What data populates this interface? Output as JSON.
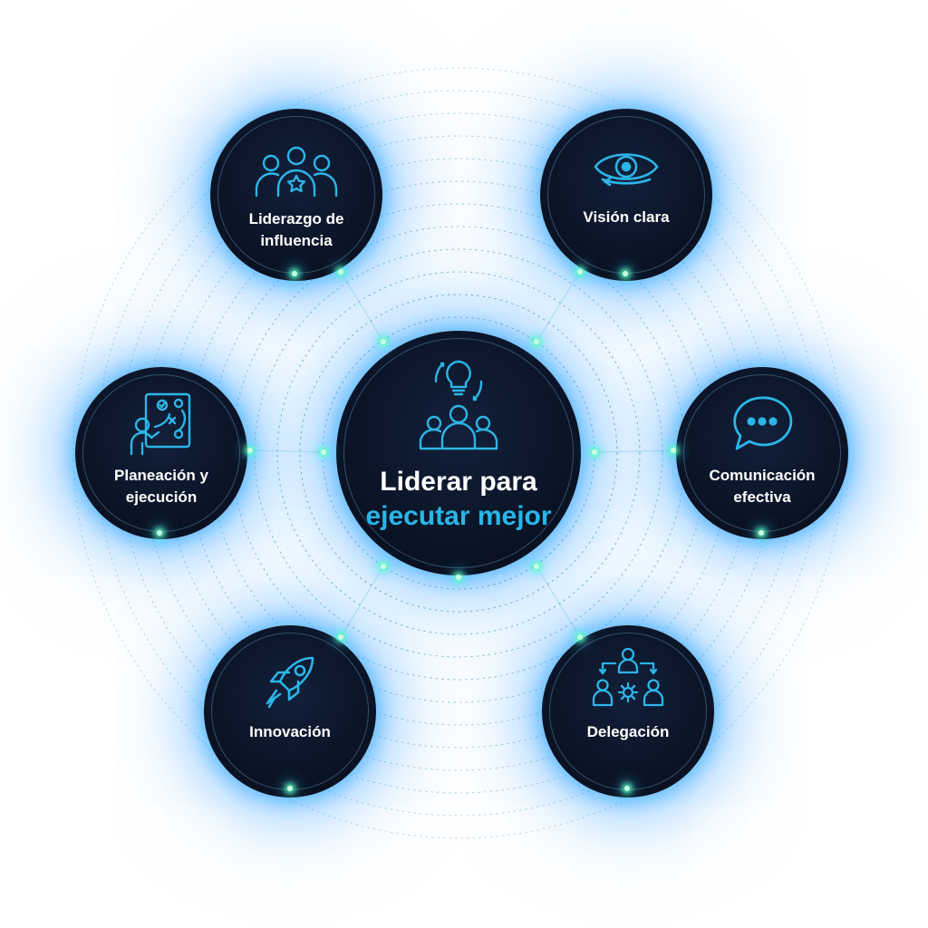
{
  "center": {
    "title_line1": "Liderar para",
    "title_line2": "ejecutar mejor",
    "icon": "lightbulb-team-icon"
  },
  "nodes": [
    {
      "key": "influence",
      "line1": "Liderazgo de",
      "line2": "influencia",
      "icon": "group-star-icon"
    },
    {
      "key": "vision",
      "line1": "Visión clara",
      "line2": "",
      "icon": "eye-icon"
    },
    {
      "key": "planning",
      "line1": "Planeación y",
      "line2": "ejecución",
      "icon": "strategy-board-icon"
    },
    {
      "key": "communication",
      "line1": "Comunicación",
      "line2": "efectiva",
      "icon": "speech-bubble-icon"
    },
    {
      "key": "innovation",
      "line1": "Innovación",
      "line2": "",
      "icon": "rocket-icon"
    },
    {
      "key": "delegation",
      "line1": "Delegación",
      "line2": "",
      "icon": "delegation-hierarchy-icon"
    }
  ],
  "colors": {
    "accent": "#29b6e8",
    "icon": "#2cb5e8",
    "node_bg": "#0b1426",
    "glow": "#28aaff",
    "text": "#ffffff"
  }
}
